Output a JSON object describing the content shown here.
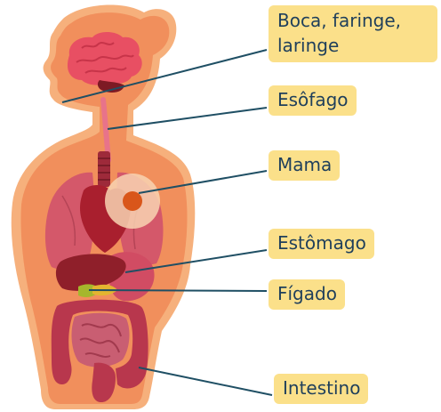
{
  "labels": {
    "boca": "Boca, faringe, laringe",
    "esofago": "Esôfago",
    "mama": "Mama",
    "estomago": "Estômago",
    "figado": "Fígado",
    "intestino": "Intestino"
  },
  "colors": {
    "skin_outer": "#f6b07c",
    "skin_inner": "#f18f5c",
    "brain": "#e84f63",
    "lungs": "#d4586a",
    "heart": "#a91f2e",
    "liver": "#8f1f2a",
    "stomach": "#d14c63",
    "intestine": "#b8374d",
    "esophagus": "#e8738a",
    "breast_halo": "#f8d3b2",
    "breast_core": "#d9561a",
    "label_bg": "#fbe08a",
    "label_text": "#1f3f5b",
    "leader_line": "#1f4f64"
  }
}
